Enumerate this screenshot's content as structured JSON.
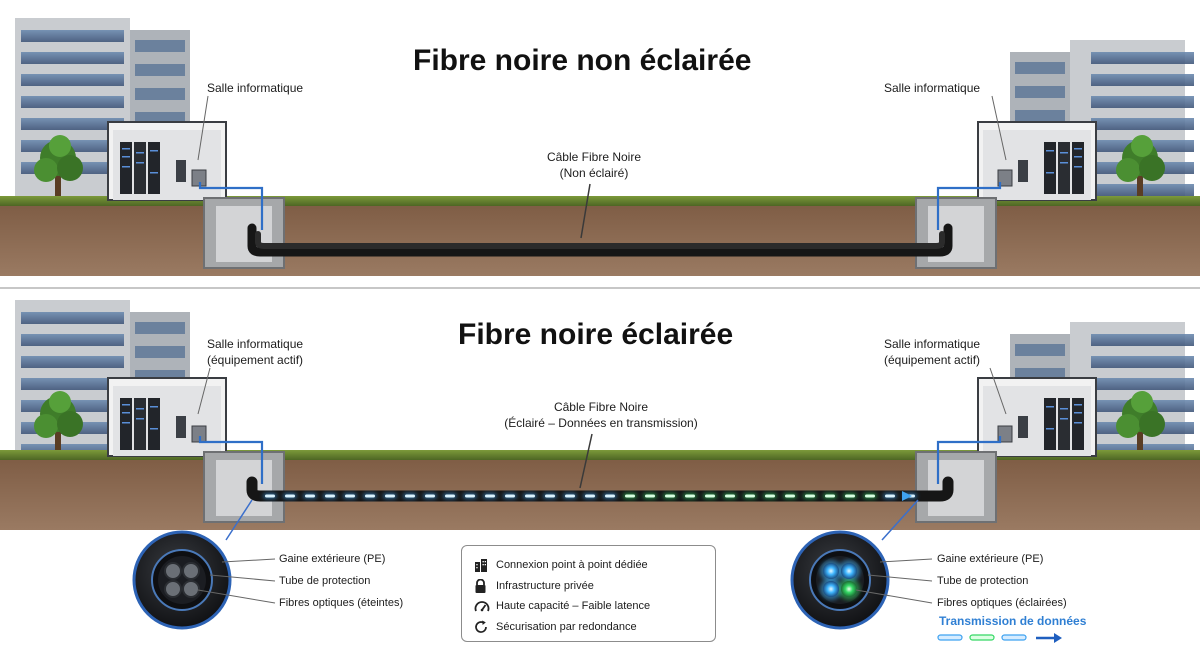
{
  "top_section": {
    "title": "Fibre noire non éclairée",
    "left_room_label": "Salle informatique",
    "right_room_label": "Salle informatique",
    "cable_label_line1": "Câble Fibre Noire",
    "cable_label_line2": "(Non éclairé)"
  },
  "bottom_section": {
    "title": "Fibre noire éclairée",
    "left_room_label_line1": "Salle informatique",
    "left_room_label_line2": "(équipement actif)",
    "right_room_label_line1": "Salle informatique",
    "right_room_label_line2": "(équipement actif)",
    "cable_label_line1": "Câble Fibre Noire",
    "cable_label_line2": "(Éclairé – Données en transmission)"
  },
  "left_cross_section": {
    "labels": [
      "Gaine extérieure (PE)",
      "Tube de protection",
      "Fibres optiques (éteintes)"
    ]
  },
  "right_cross_section": {
    "labels": [
      "Gaine extérieure (PE)",
      "Tube de protection",
      "Fibres optiques (éclairées)"
    ],
    "transmission_label": "Transmission de données"
  },
  "legend": {
    "items": [
      {
        "icon": "building-icon",
        "label": "Connexion point à point dédiée"
      },
      {
        "icon": "lock-icon",
        "label": "Infrastructure privée"
      },
      {
        "icon": "speedometer-icon",
        "label": "Haute capacité – Faible latence"
      },
      {
        "icon": "refresh-icon",
        "label": "Sécurisation par redondance"
      }
    ]
  },
  "colors": {
    "light_blue": "#3a8ef0",
    "light_green": "#2fd25a",
    "grass": "#5e7a2e",
    "soil": "#7a5a43",
    "cable": "#161616"
  }
}
